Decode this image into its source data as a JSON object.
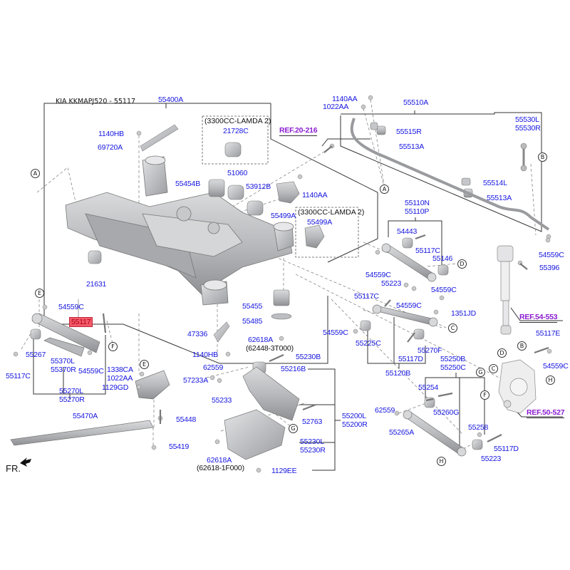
{
  "title": "KIA KKMAPJ520 - 55117",
  "highlight_color": "#f25a6a",
  "label_color": "#1515e0",
  "ref_color": "#8a1ccf",
  "orientation_label": "FR.",
  "variants": {
    "v1": "(3300CC-LAMDA 2)",
    "v2": "(3300CC-LAMDA 2)"
  },
  "refs": {
    "r1": "REF.20-216",
    "r2": "REF.54-553",
    "r3": "REF.50-527"
  },
  "callouts": [
    "A",
    "A",
    "B",
    "B",
    "C",
    "C",
    "D",
    "D",
    "E",
    "E",
    "F",
    "F",
    "G",
    "G",
    "H",
    "H"
  ],
  "labels": {
    "p55400A": "55400A",
    "p1140HB_a": "1140HB",
    "p69720A": "69720A",
    "p21728C": "21728C",
    "p55454B": "55454B",
    "p51060": "51060",
    "p53912B": "53912B",
    "p1140AA_a": "1140AA",
    "p55499A_a": "55499A",
    "p55499A_b": "55499A",
    "p21631": "21631",
    "p55455": "55455",
    "p55485": "55485",
    "p62618A_a": "62618A",
    "p62448": "(62448-3T000)",
    "p47336": "47336",
    "p1140HB_b": "1140HB",
    "p1140AA_b": "1140AA",
    "p1022AA_a": "1022AA",
    "p55510A": "55510A",
    "p55515R": "55515R",
    "p55513A_a": "55513A",
    "p55514L": "55514L",
    "p55513A_b": "55513A",
    "p55530": "55530L\n55530R",
    "p55110": "55110N\n55110P",
    "p54443": "54443",
    "p55117C_a": "55117C",
    "p55146": "55146",
    "p54559C_a": "54559C",
    "p55223_a": "55223",
    "p54559C_b": "54559C",
    "p55117C_b": "55117C",
    "p54559C_c": "54559C",
    "p1351JD": "1351JD",
    "p54559C_d": "54559C",
    "p55225C": "55225C",
    "p55270F": "55270F",
    "p55117D_a": "55117D",
    "p55120B": "55120B",
    "p54559C_e": "54559C",
    "p55396": "55396",
    "p55117E": "55117E",
    "p54559C_f": "54559C",
    "p54559C_g": "54559C",
    "p55117": "55117",
    "p55267": "55267",
    "p55370": "55370L\n55370R",
    "p54559C_h": "54559C",
    "p55117C_c": "55117C",
    "p55270": "55270L\n55270R",
    "p1338CA": "1338CA\n1022AA",
    "p1129GD": "1129GD",
    "p57233A": "57233A",
    "p62559_a": "62559",
    "p55233": "55233",
    "p55230B": "55230B",
    "p55216B": "55216B",
    "p52763": "52763",
    "p55200": "55200L\n55200R",
    "p55230": "55230L\n55230R",
    "p62618A_b": "62618A",
    "p62618_1F000": "(62618-1F000)",
    "p1129EE": "1129EE",
    "p55470A": "55470A",
    "p55448": "55448",
    "p55419": "55419",
    "p55250": "55250B\n55250C",
    "p55254": "55254",
    "p55260G": "55260G",
    "p62559_b": "62559",
    "p55265A": "55265A",
    "p55258": "55258",
    "p55117D_b": "55117D",
    "p55223_b": "55223"
  }
}
